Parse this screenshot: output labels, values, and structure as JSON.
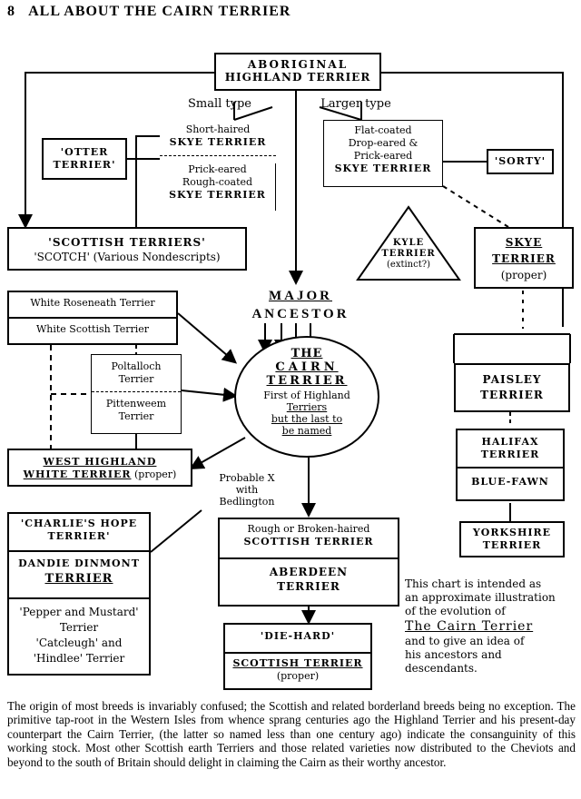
{
  "header": {
    "page_number": "8",
    "title": "ALL ABOUT THE CAIRN TERRIER"
  },
  "nodes": {
    "aboriginal": [
      "ABORIGINAL",
      "HIGHLAND TERRIER"
    ],
    "small_type": "Small type",
    "larger_type": "Larger type",
    "short_haired_skye": [
      "Short-haired",
      "SKYE TERRIER"
    ],
    "prick_eared_skye": [
      "Prick-eared",
      "Rough-coated",
      "SKYE TERRIER"
    ],
    "otter": [
      "'OTTER",
      "TERRIER'"
    ],
    "flat_coated_skye": [
      "Flat-coated",
      "Drop-eared &",
      "Prick-eared",
      "SKYE TERRIER"
    ],
    "sorty": "'SORTY'",
    "scottish_terriers": [
      "'SCOTTISH TERRIERS'",
      "'SCOTCH' (Various Nondescripts)"
    ],
    "kyle": [
      "KYLE",
      "TERRIER",
      "(extinct?)"
    ],
    "skye_proper": [
      "SKYE",
      "TERRIER",
      "(proper)"
    ],
    "major_ancestor": [
      "MAJOR",
      "ANCESTOR"
    ],
    "white_roseneath": "White Roseneath Terrier",
    "white_scottish": "White Scottish Terrier",
    "poltalloch": [
      "Poltalloch",
      "Terrier"
    ],
    "pittenweem": [
      "Pittenweem",
      "Terrier"
    ],
    "cairn": [
      "THE",
      "CAIRN",
      "TERRIER",
      "First of Highland",
      "Terriers",
      "but the last to",
      "be named"
    ],
    "west_highland": [
      "WEST HIGHLAND",
      "WHITE TERRIER",
      "(proper)"
    ],
    "probable_x": [
      "Probable X",
      "with",
      "Bedlington"
    ],
    "charlies_hope": [
      "'CHARLIE'S HOPE",
      "TERRIER'"
    ],
    "dandie": [
      "DANDIE DINMONT",
      "TERRIER"
    ],
    "pepper": [
      "'Pepper and Mustard'",
      "Terrier",
      "'Catcleugh' and",
      "'Hindlee' Terrier"
    ],
    "rough_scottish": [
      "Rough or Broken-haired",
      "SCOTTISH TERRIER"
    ],
    "aberdeen": [
      "ABERDEEN",
      "TERRIER"
    ],
    "die_hard": "'DIE-HARD'",
    "scottish_proper": [
      "SCOTTISH TERRIER",
      "(proper)"
    ],
    "paisley": [
      "PAISLEY",
      "TERRIER"
    ],
    "halifax": [
      "HALIFAX",
      "TERRIER"
    ],
    "blue_fawn": "BLUE-FAWN",
    "yorkshire": [
      "YORKSHIRE",
      "TERRIER"
    ]
  },
  "note": [
    "This chart is intended as",
    "an approximate illustration",
    "of the evolution of",
    "The Cairn Terrier",
    "and to give an idea of",
    "his ancestors and",
    "descendants."
  ],
  "paragraph": "The origin of most breeds is invariably confused; the Scottish and related borderland breeds being no exception. The primitive tap-root in the Western Isles from whence sprang centuries ago the Highland Terrier and his present-day counterpart the Cairn Terrier, (the latter so named less than one century ago) indicate the consanguinity of this working stock. Most other Scottish earth Terriers and those related varieties now distributed to the Cheviots and beyond to the south of Britain should delight in claiming the Cairn as their worthy ancestor."
}
